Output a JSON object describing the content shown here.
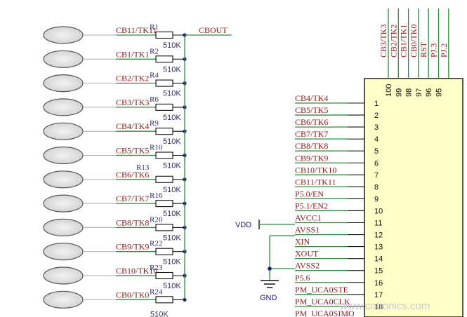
{
  "left_circuit": {
    "output_label": "CBOUT",
    "pads": [
      {
        "net": "CB11/TK11",
        "res_name": "R1",
        "res_value": "510K"
      },
      {
        "net": "CB1/TK1",
        "res_name": "R2",
        "res_value": "510K"
      },
      {
        "net": "CB2/TK2",
        "res_name": "R4",
        "res_value": "510K"
      },
      {
        "net": "CB3/TK3",
        "res_name": "R6",
        "res_value": "510K"
      },
      {
        "net": "CB4/TK4",
        "res_name": "R9",
        "res_value": "510K"
      },
      {
        "net": "CB5/TK5",
        "res_name": "R10",
        "res_value": "510K"
      },
      {
        "net": "CB6/TK6",
        "res_name": "R13",
        "res_value": "510K"
      },
      {
        "net": "CB7/TK7",
        "res_name": "R16",
        "res_value": "510K"
      },
      {
        "net": "CB8/TK8",
        "res_name": "R20",
        "res_value": "510K"
      },
      {
        "net": "CB9/TK9",
        "res_name": "R22",
        "res_value": "510K"
      },
      {
        "net": "CB10/TK10",
        "res_name": "R23",
        "res_value": "510K"
      },
      {
        "net": "CB0/TK0",
        "res_name": "R24",
        "res_value": "510K"
      }
    ]
  },
  "chip": {
    "top_pins": [
      {
        "net": "CB3/TK3",
        "num": "100"
      },
      {
        "net": "CB2/TK2",
        "num": "99"
      },
      {
        "net": "CB1/TK1",
        "num": "98"
      },
      {
        "net": "CB0/TK0",
        "num": "97"
      },
      {
        "net": "RST",
        "num": "96"
      },
      {
        "net": "PJ.3",
        "num": "95"
      },
      {
        "net": "PJ.2",
        "num": ""
      }
    ],
    "left_pins": [
      {
        "num": "1",
        "net": "CB4/TK4"
      },
      {
        "num": "2",
        "net": "CB5/TK5"
      },
      {
        "num": "3",
        "net": "CB6/TK6"
      },
      {
        "num": "4",
        "net": "CB7/TK7"
      },
      {
        "num": "5",
        "net": "CB8/TK8"
      },
      {
        "num": "6",
        "net": "CB9/TK9"
      },
      {
        "num": "7",
        "net": "CB10/TK10"
      },
      {
        "num": "8",
        "net": "CB11/TK11"
      },
      {
        "num": "9",
        "net": "P5.0/EN"
      },
      {
        "num": "10",
        "net": "P5.1/EN2"
      },
      {
        "num": "11",
        "net": "AVCC1"
      },
      {
        "num": "12",
        "net": "AVSS1"
      },
      {
        "num": "13",
        "net": "XIN"
      },
      {
        "num": "14",
        "net": "XOUT"
      },
      {
        "num": "15",
        "net": "AVSS2"
      },
      {
        "num": "16",
        "net": "P5.6"
      },
      {
        "num": "17",
        "net": "PM_UCA0STE"
      },
      {
        "num": "18",
        "net": "PM_UCA0CLK"
      },
      {
        "num": "",
        "net": "PM_UCA0SIMO"
      }
    ]
  },
  "power": {
    "vdd": "VDD",
    "gnd": "GND"
  },
  "watermark": "www.cntronics.com",
  "colors": {
    "wire": "#2e8b3a",
    "label": "#8b1a1a",
    "line": "#111111",
    "chip_fill": "#ffffc8"
  }
}
